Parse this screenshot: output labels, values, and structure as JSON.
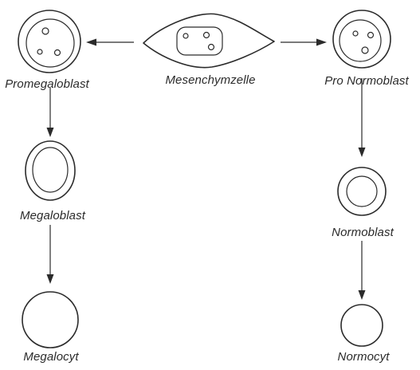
{
  "diagram": {
    "labels": {
      "mesenchymzelle": "Mesenchymzelle",
      "promegaloblast": "Promegaloblast",
      "megaloblast": "Megaloblast",
      "megalocyt": "Megalocyt",
      "pronormoblast": "Pro Normoblast",
      "normoblast": "Normoblast",
      "normocyt": "Normocyt"
    },
    "colors": {
      "ink": "#2b2b2b",
      "background": "#ffffff"
    }
  }
}
